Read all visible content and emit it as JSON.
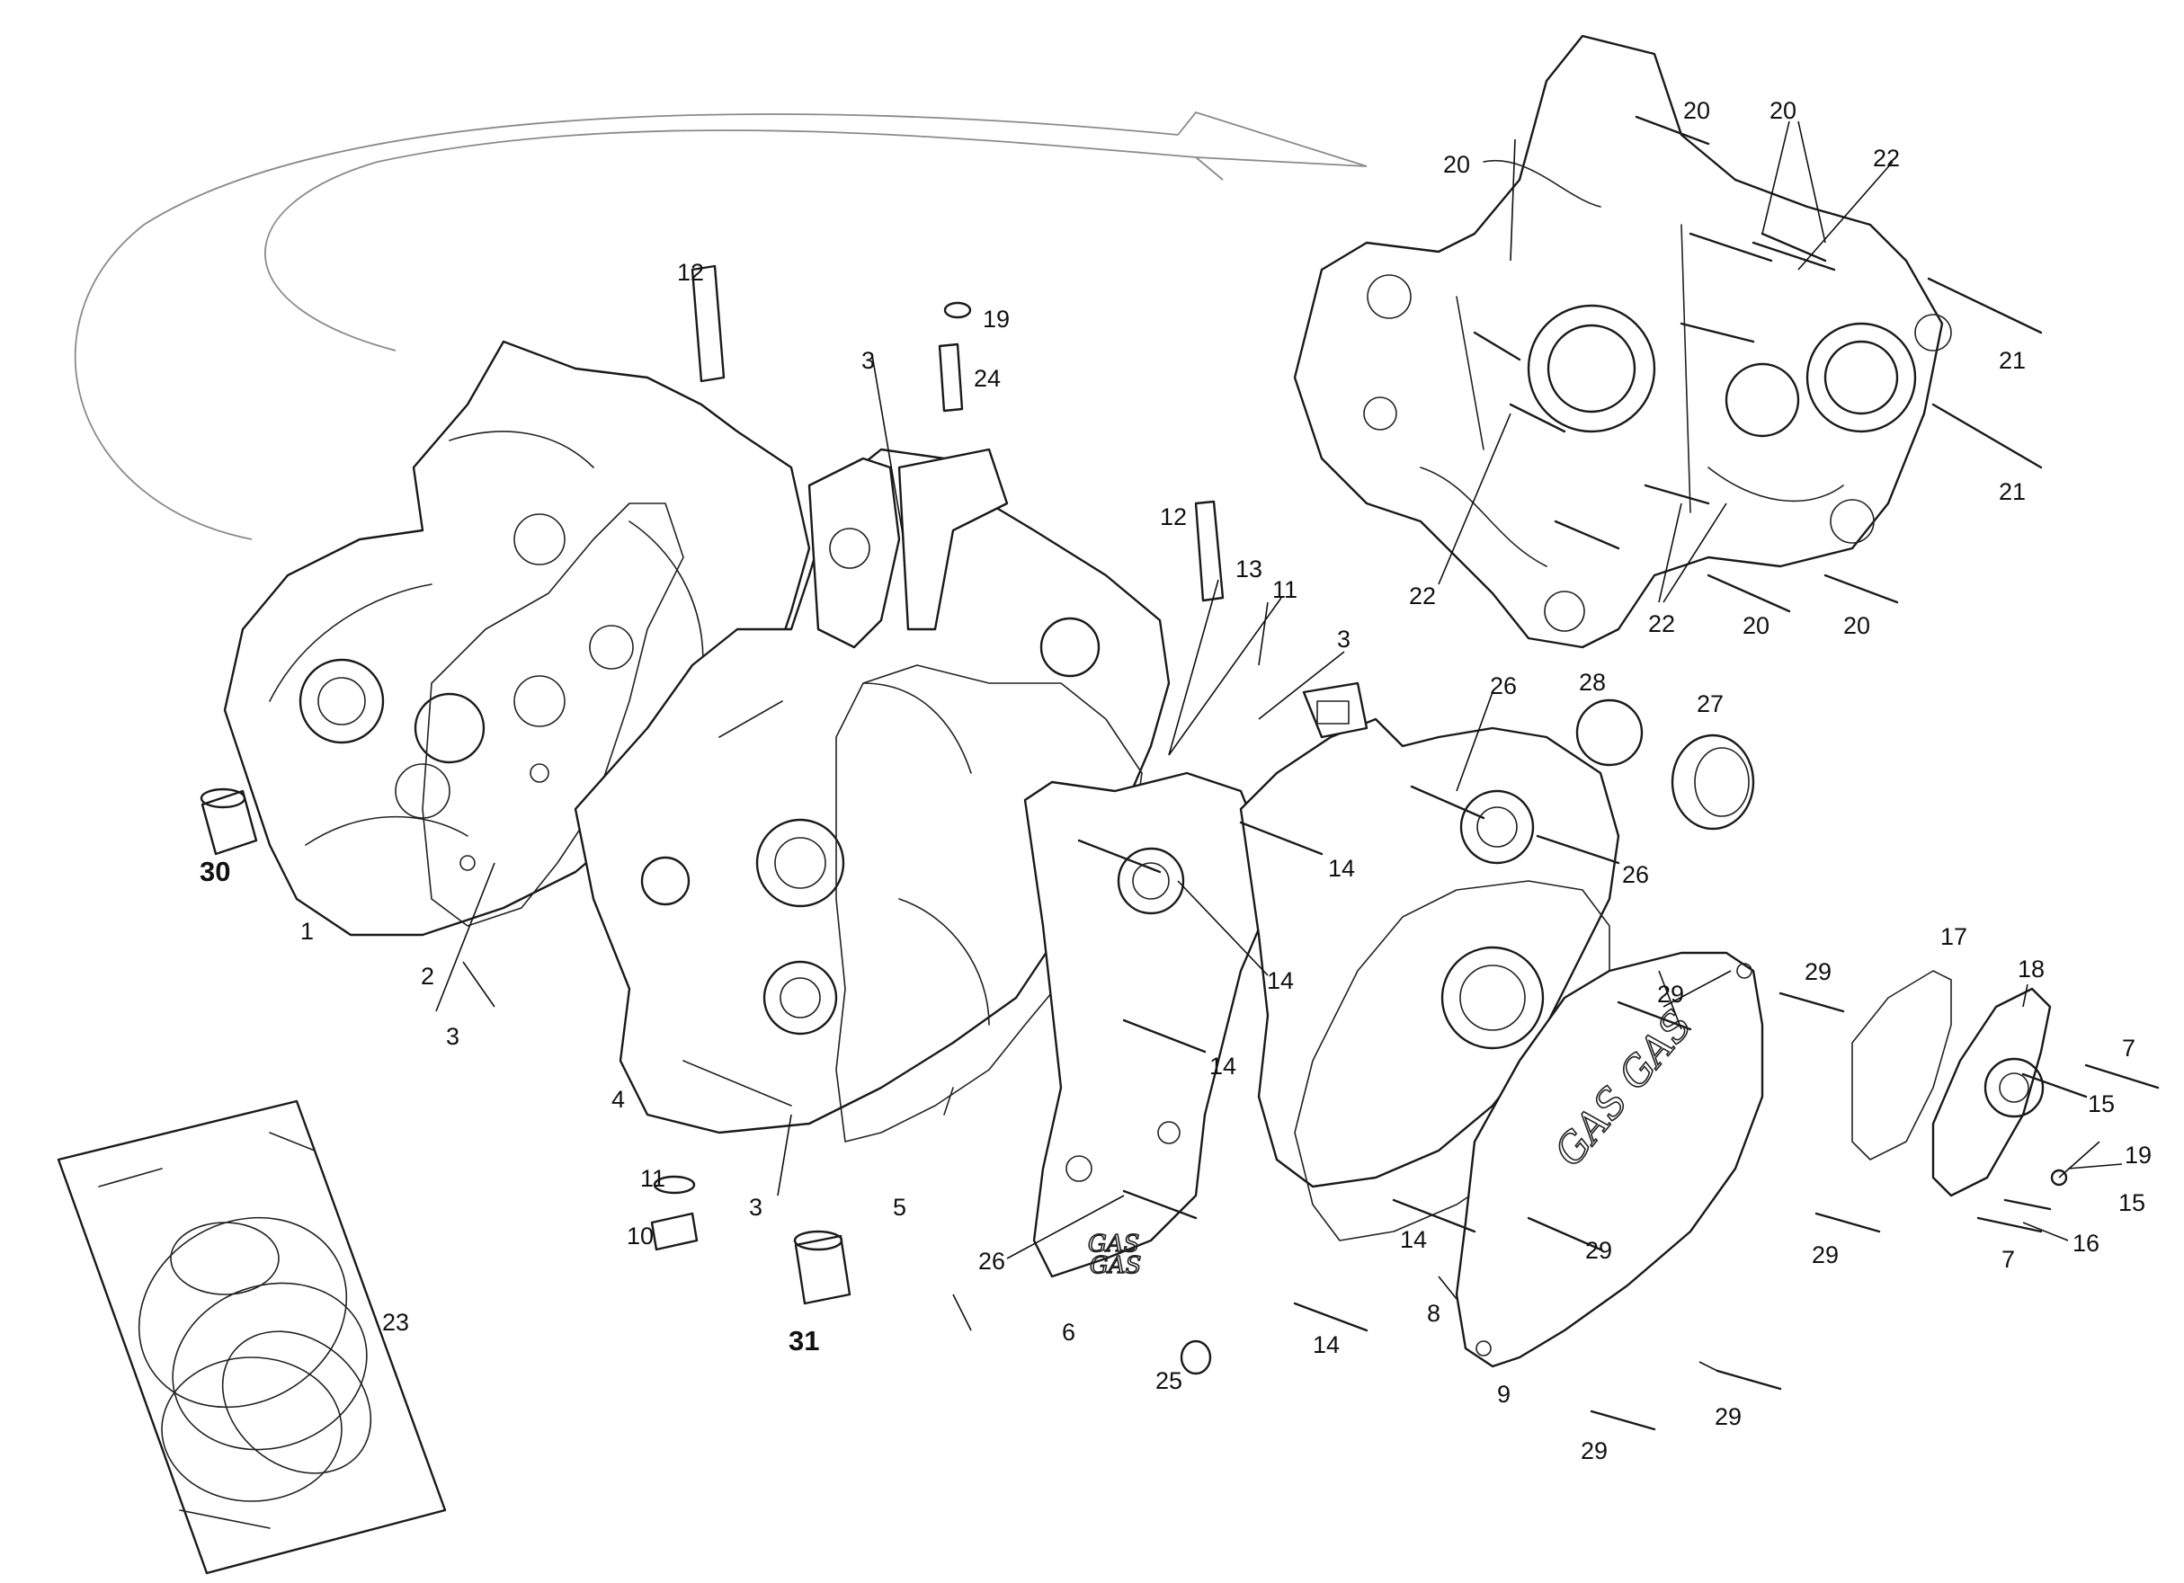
{
  "diagram": {
    "labels": {
      "l1": "1",
      "l2": "2",
      "l3a": "3",
      "l3b": "3",
      "l3c": "3",
      "l3d": "3",
      "l4": "4",
      "l5": "5",
      "l6": "6",
      "l7a": "7",
      "l7b": "7",
      "l8": "8",
      "l9": "9",
      "l10": "10",
      "l11a": "11",
      "l11b": "11",
      "l12a": "12",
      "l12b": "12",
      "l13": "13",
      "l14a": "14",
      "l14b": "14",
      "l14c": "14",
      "l14d": "14",
      "l14e": "14",
      "l15a": "15",
      "l15b": "15",
      "l16": "16",
      "l17": "17",
      "l18": "18",
      "l19a": "19",
      "l19b": "19",
      "l20a": "20",
      "l20b": "20",
      "l20c": "20",
      "l20d": "20",
      "l20e": "20",
      "l21a": "21",
      "l21b": "21",
      "l22a": "22",
      "l22b": "22",
      "l22c": "22",
      "l23": "23",
      "l24": "24",
      "l25": "25",
      "l26a": "26",
      "l26b": "26",
      "l26c": "26",
      "l27": "27",
      "l28": "28",
      "l29a": "29",
      "l29b": "29",
      "l29c": "29",
      "l29d": "29",
      "l29e": "29",
      "l29f": "29",
      "l30": "30",
      "l31": "31"
    },
    "cover_lettering": "GAS GAS",
    "case_lettering_top": "GAS",
    "case_lettering_bottom": "GAS"
  }
}
